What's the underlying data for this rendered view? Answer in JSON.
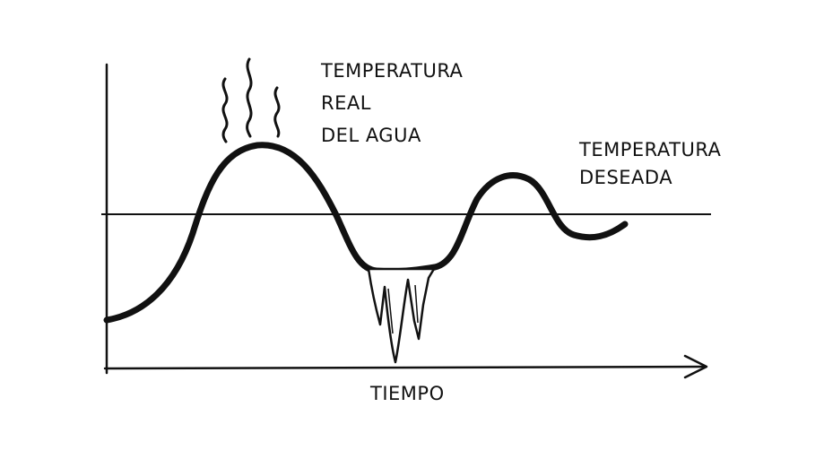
{
  "labels": {
    "actual_temp_line1": "TEMPERATURA",
    "actual_temp_line2": "REAL",
    "actual_temp_line3": "DEL AGUA",
    "desired_temp_line1": "TEMPERATURA",
    "desired_temp_line2": "DESEADA",
    "x_axis": "TIEMPO"
  },
  "colors": {
    "ink": "#111111",
    "background": "#ffffff"
  }
}
